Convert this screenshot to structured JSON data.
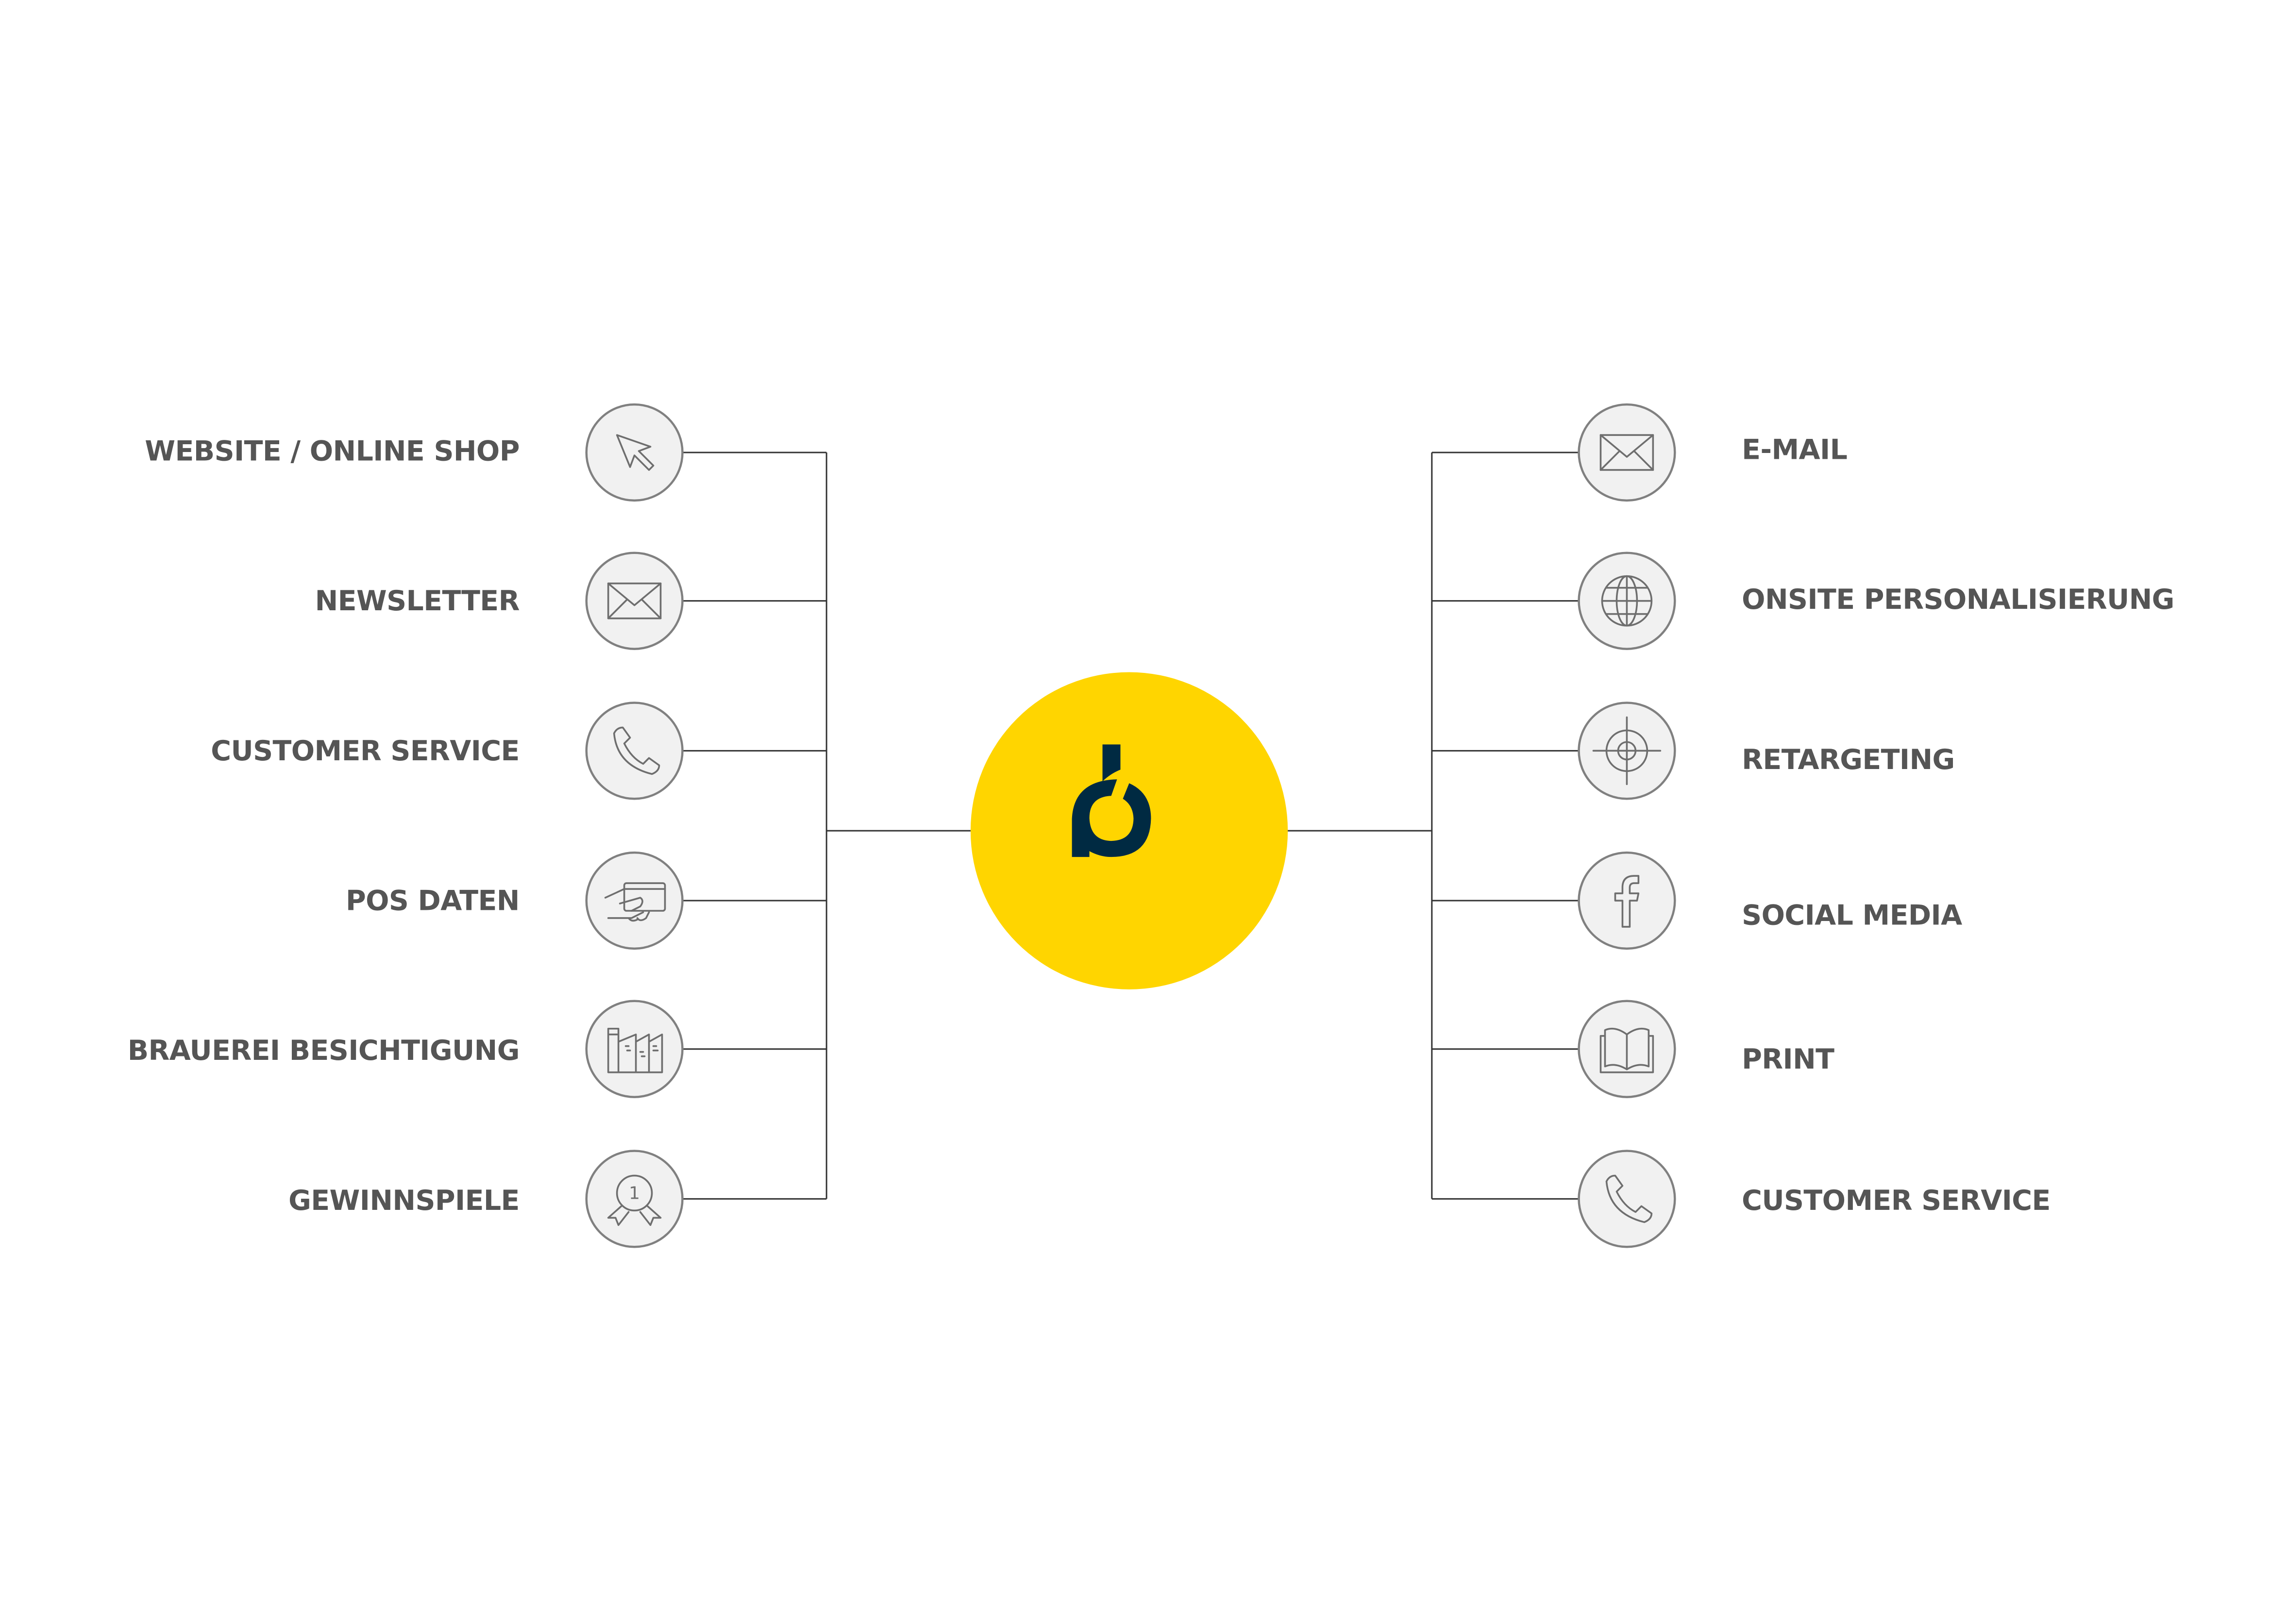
{
  "center": {
    "brand_color": "#FFD500",
    "logo_color": "#002A42"
  },
  "left_sources": [
    {
      "label": "WEBSITE / ONLINE SHOP",
      "icon": "cursor-icon"
    },
    {
      "label": "NEWSLETTER",
      "icon": "envelope-icon"
    },
    {
      "label": "CUSTOMER SERVICE",
      "icon": "phone-icon"
    },
    {
      "label": "POS DATEN",
      "icon": "credit-card-hand-icon"
    },
    {
      "label": "BRAUEREI BESICHTIGUNG",
      "icon": "factory-icon"
    },
    {
      "label": "GEWINNSPIELE",
      "icon": "medal-icon",
      "icon_text": "1"
    }
  ],
  "right_channels": [
    {
      "label": "E-MAIL",
      "icon": "envelope-icon"
    },
    {
      "label": "ONSITE PERSONALISIERUNG",
      "icon": "globe-icon"
    },
    {
      "label": "RETARGETING",
      "icon": "target-icon"
    },
    {
      "label": "SOCIAL MEDIA",
      "icon": "facebook-icon"
    },
    {
      "label": "PRINT",
      "icon": "book-icon"
    },
    {
      "label": "CUSTOMER SERVICE",
      "icon": "phone-icon"
    }
  ]
}
